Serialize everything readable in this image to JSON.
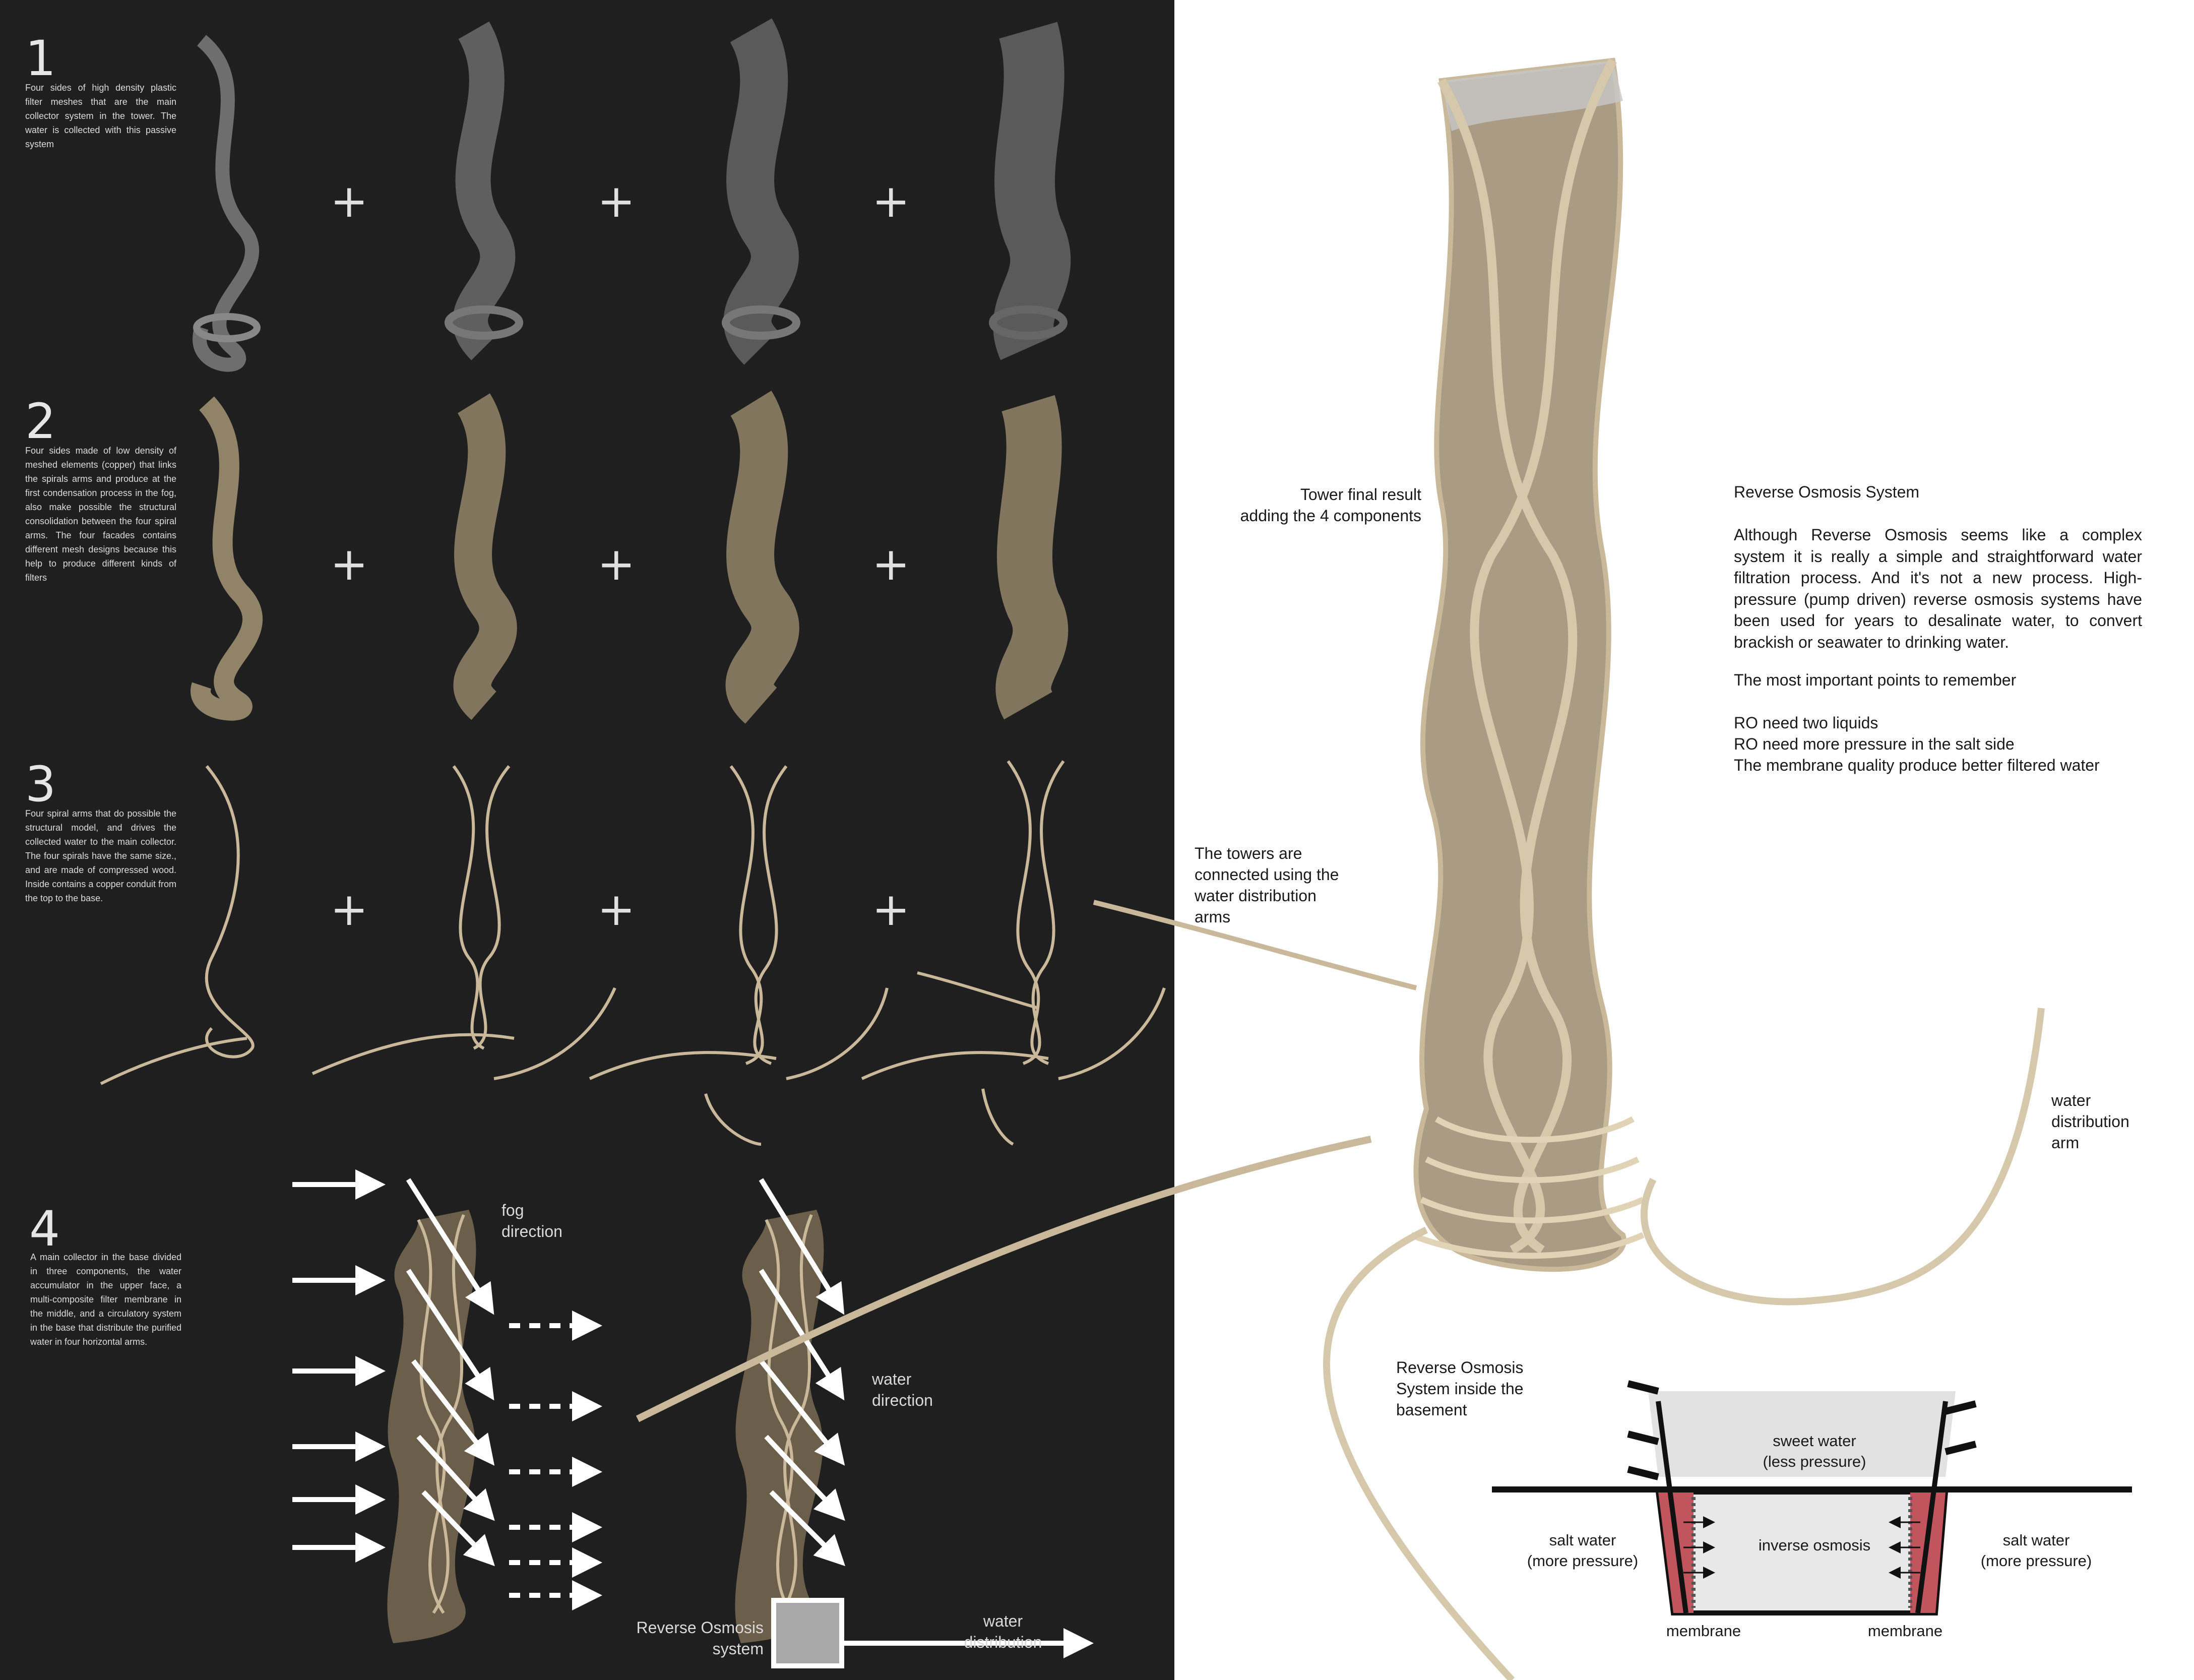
{
  "steps": [
    {
      "number": "1",
      "text": "Four sides of high density plastic filter meshes that are the main collector system in the tower. The water is collected with this passive system"
    },
    {
      "number": "2",
      "text": "Four sides made of low density of meshed elements (copper) that links the spirals arms and produce at the first condensation process in the fog, also make possible the structural consolidation between the four spiral arms. The four facades contains different mesh designs because this help to produce different kinds of filters"
    },
    {
      "number": "3",
      "text": "Four spiral arms that do possible the structural model, and drives the collected water to the main collector. The four spirals have the same size., and are made of compressed wood. Inside contains a copper conduit from the top to the base."
    },
    {
      "number": "4",
      "text": "A main collector in the base divided in three components, the water accumulator in the upper face, a multi-composite filter membrane in the middle, and a circulatory system in the base that distribute the purified water in four horizontal arms."
    }
  ],
  "plus_sign": "+",
  "step4_labels": {
    "fog_direction": [
      "fog",
      "direction"
    ],
    "water_direction": [
      "water",
      "direction"
    ],
    "ro_system": [
      "Reverse Osmosis",
      "system"
    ],
    "water_distribution": [
      "water",
      "distribution"
    ]
  },
  "tower_labels": {
    "final_result": [
      "Tower final result",
      "adding the 4 components"
    ],
    "towers_connected": [
      "The towers are",
      "connected using the",
      "water distribution",
      "arms"
    ],
    "distribution_arm": [
      "water",
      "distribution",
      "arm"
    ],
    "ro_basement": [
      "Reverse Osmosis",
      "System inside the",
      "basement"
    ]
  },
  "reverse_osmosis": {
    "title": "Reverse Osmosis System",
    "body": "Although Reverse Osmosis seems like a complex system it is really a simple and straightforward water filtration process. And it's not a new process. High-pressure (pump driven) reverse osmosis systems have been used for years to desalinate water, to convert brackish or seawater to drinking water.",
    "points_title": "The most important points to remember",
    "points": [
      "RO need two liquids",
      "RO need more pressure in the salt side",
      "The membrane quality produce better filtered water"
    ]
  },
  "ro_diagram": {
    "sweet_water": [
      "sweet water",
      "(less pressure)"
    ],
    "inverse_osmosis": "inverse osmosis",
    "salt_left": [
      "salt water",
      "(more pressure)"
    ],
    "salt_right": [
      "salt water",
      "(more pressure)"
    ],
    "membrane_left": "membrane",
    "membrane_right": "membrane"
  },
  "colors": {
    "dark_background": "#1f1f1f",
    "light_background": "#ffffff",
    "wood": "#c9b99a",
    "plastic_mesh": "#8a8a8a",
    "salt_water": "#c0555d"
  }
}
